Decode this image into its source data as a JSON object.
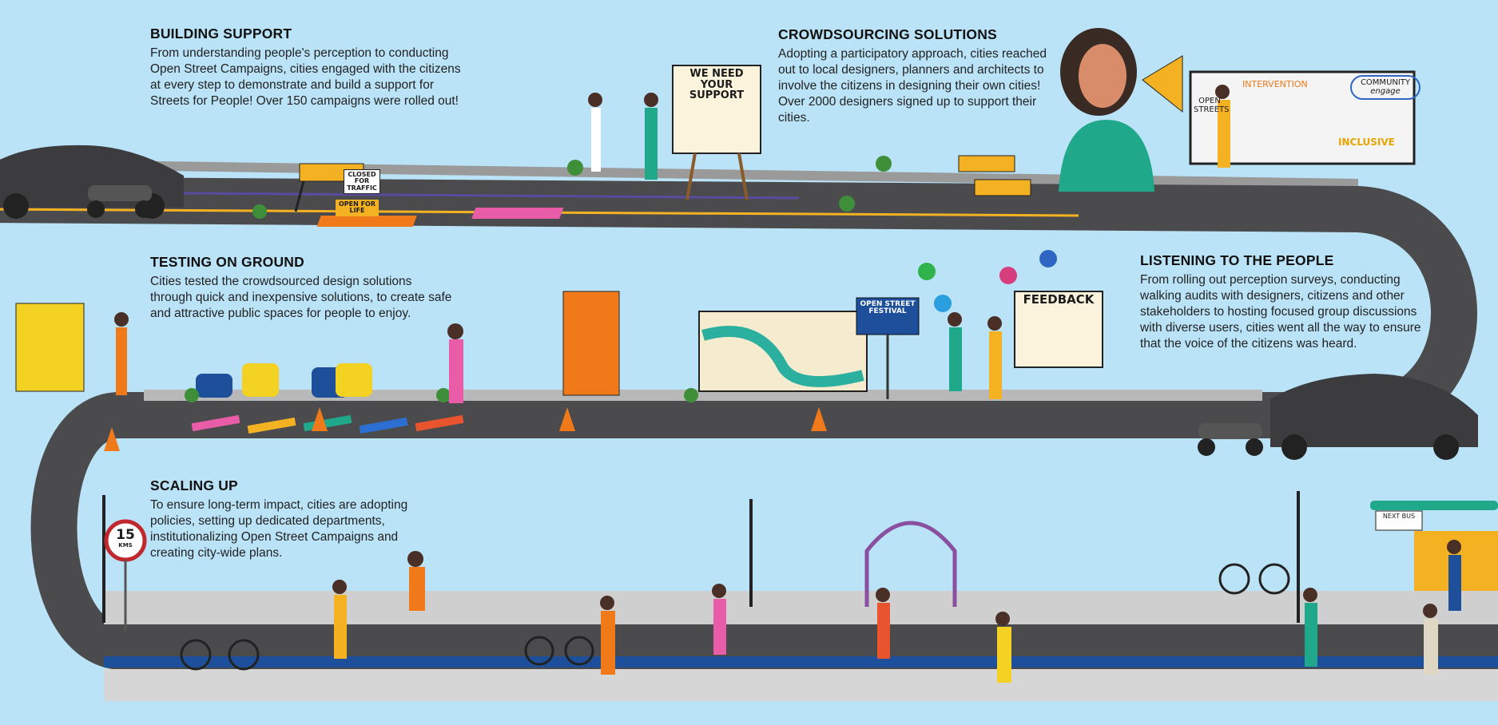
{
  "sections": [
    {
      "title": "BUILDING SUPPORT",
      "body": "From understanding people's perception to conducting Open Street Campaigns, cities engaged with the citizens at every step to demonstrate and build a support for Streets for People! Over 150 campaigns were rolled out!"
    },
    {
      "title": "CROWDSOURCING SOLUTIONS",
      "body": "Adopting a participatory approach, cities reached out to local designers, planners and architects to involve the citizens in designing their own cities! Over 2000 designers signed up to support their cities."
    },
    {
      "title": "LISTENING TO THE PEOPLE",
      "body": "From rolling out perception surveys, conducting walking audits with designers, citizens and other stakeholders to hosting focused group discussions with diverse users, cities went all the way to ensure that the voice of the citizens was heard."
    },
    {
      "title": "TESTING ON GROUND",
      "body": "Cities tested the crowdsourced design solutions through quick and inexpensive solutions, to create safe and attractive public spaces for people to enjoy."
    },
    {
      "title": "SCALING UP",
      "body": "To ensure long-term impact, cities are adopting policies, setting up dedicated departments, institutionalizing Open Street Campaigns  and creating city-wide plans."
    }
  ],
  "signs": {
    "support_board": "WE NEED YOUR SUPPORT",
    "closed": "CLOSED FOR TRAFFIC",
    "open_life": "OPEN FOR LIFE",
    "festival": "OPEN STREET FESTIVAL",
    "feedback": "FEEDBACK",
    "community": "COMMUNITY",
    "engage": "engage",
    "intervention": "INTERVENTION",
    "open_streets": "OPEN STREETS",
    "inclusive": "INCLUSIVE",
    "speed_value": "15",
    "speed_unit": "KMS",
    "next_bus": "NEXT BUS"
  },
  "colors": {
    "sky": "#bae3f7",
    "road": "#4b4b4d",
    "sidewalk": "#c9c9c9",
    "accent_yellow": "#f4b223",
    "accent_pink": "#e85ca8",
    "teal": "#1fa88a"
  }
}
